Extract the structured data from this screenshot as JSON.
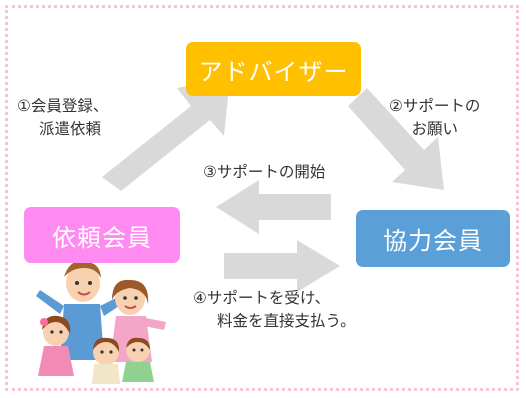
{
  "nodes": {
    "advisor": "アドバイザー",
    "client": "依頼会員",
    "helper": "協力会員"
  },
  "steps": {
    "step1": [
      "①会員登録、",
      "派遣依頼"
    ],
    "step2": [
      "②サポートの",
      "お願い"
    ],
    "step3": "③サポートの開始",
    "step4": [
      "④サポートを受け、",
      "料金を直接支払う。"
    ]
  },
  "colors": {
    "advisor": "#ffc000",
    "client": "#ff8bf0",
    "helper": "#5a9fd8",
    "arrow": "#d9d9d9",
    "frame": "#f6c4dd"
  },
  "illustration": "family-illustration"
}
